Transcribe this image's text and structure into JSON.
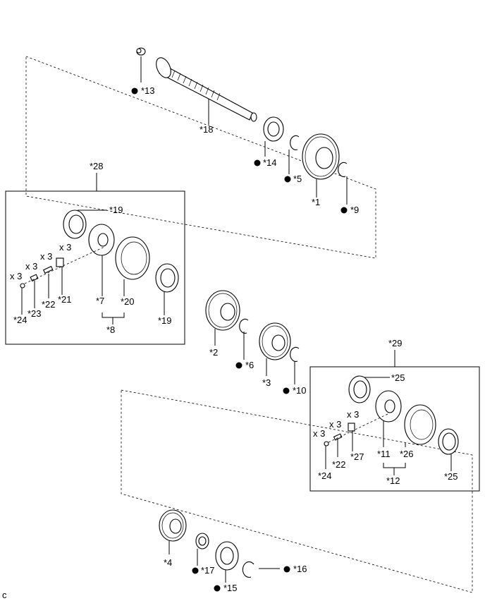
{
  "callouts": {
    "c13": "*13",
    "c18": "*18",
    "c14": "*14",
    "c5": "*5",
    "c1": "*1",
    "c9": "*9",
    "c28": "*28",
    "c19a": "*19",
    "c19b": "*19",
    "c7": "*7",
    "c20": "*20",
    "c8": "*8",
    "c21": "*21",
    "c22a": "*22",
    "c23": "*23",
    "c24a": "*24",
    "c2": "*2",
    "c6": "*6",
    "c3": "*3",
    "c10": "*10",
    "c29": "*29",
    "c25a": "*25",
    "c25b": "*25",
    "c11": "*11",
    "c26": "*26",
    "c12": "*12",
    "c27": "*27",
    "c22b": "*22",
    "c24b": "*24",
    "c4": "*4",
    "c17": "*17",
    "c15": "*15",
    "c16": "*16"
  },
  "qty": {
    "q1": "x 3",
    "q2": "x 3",
    "q3": "x 3",
    "q4": "x 3",
    "q5": "x 3",
    "q6": "x 3",
    "q7": "x 3"
  },
  "corner_mark": "c"
}
